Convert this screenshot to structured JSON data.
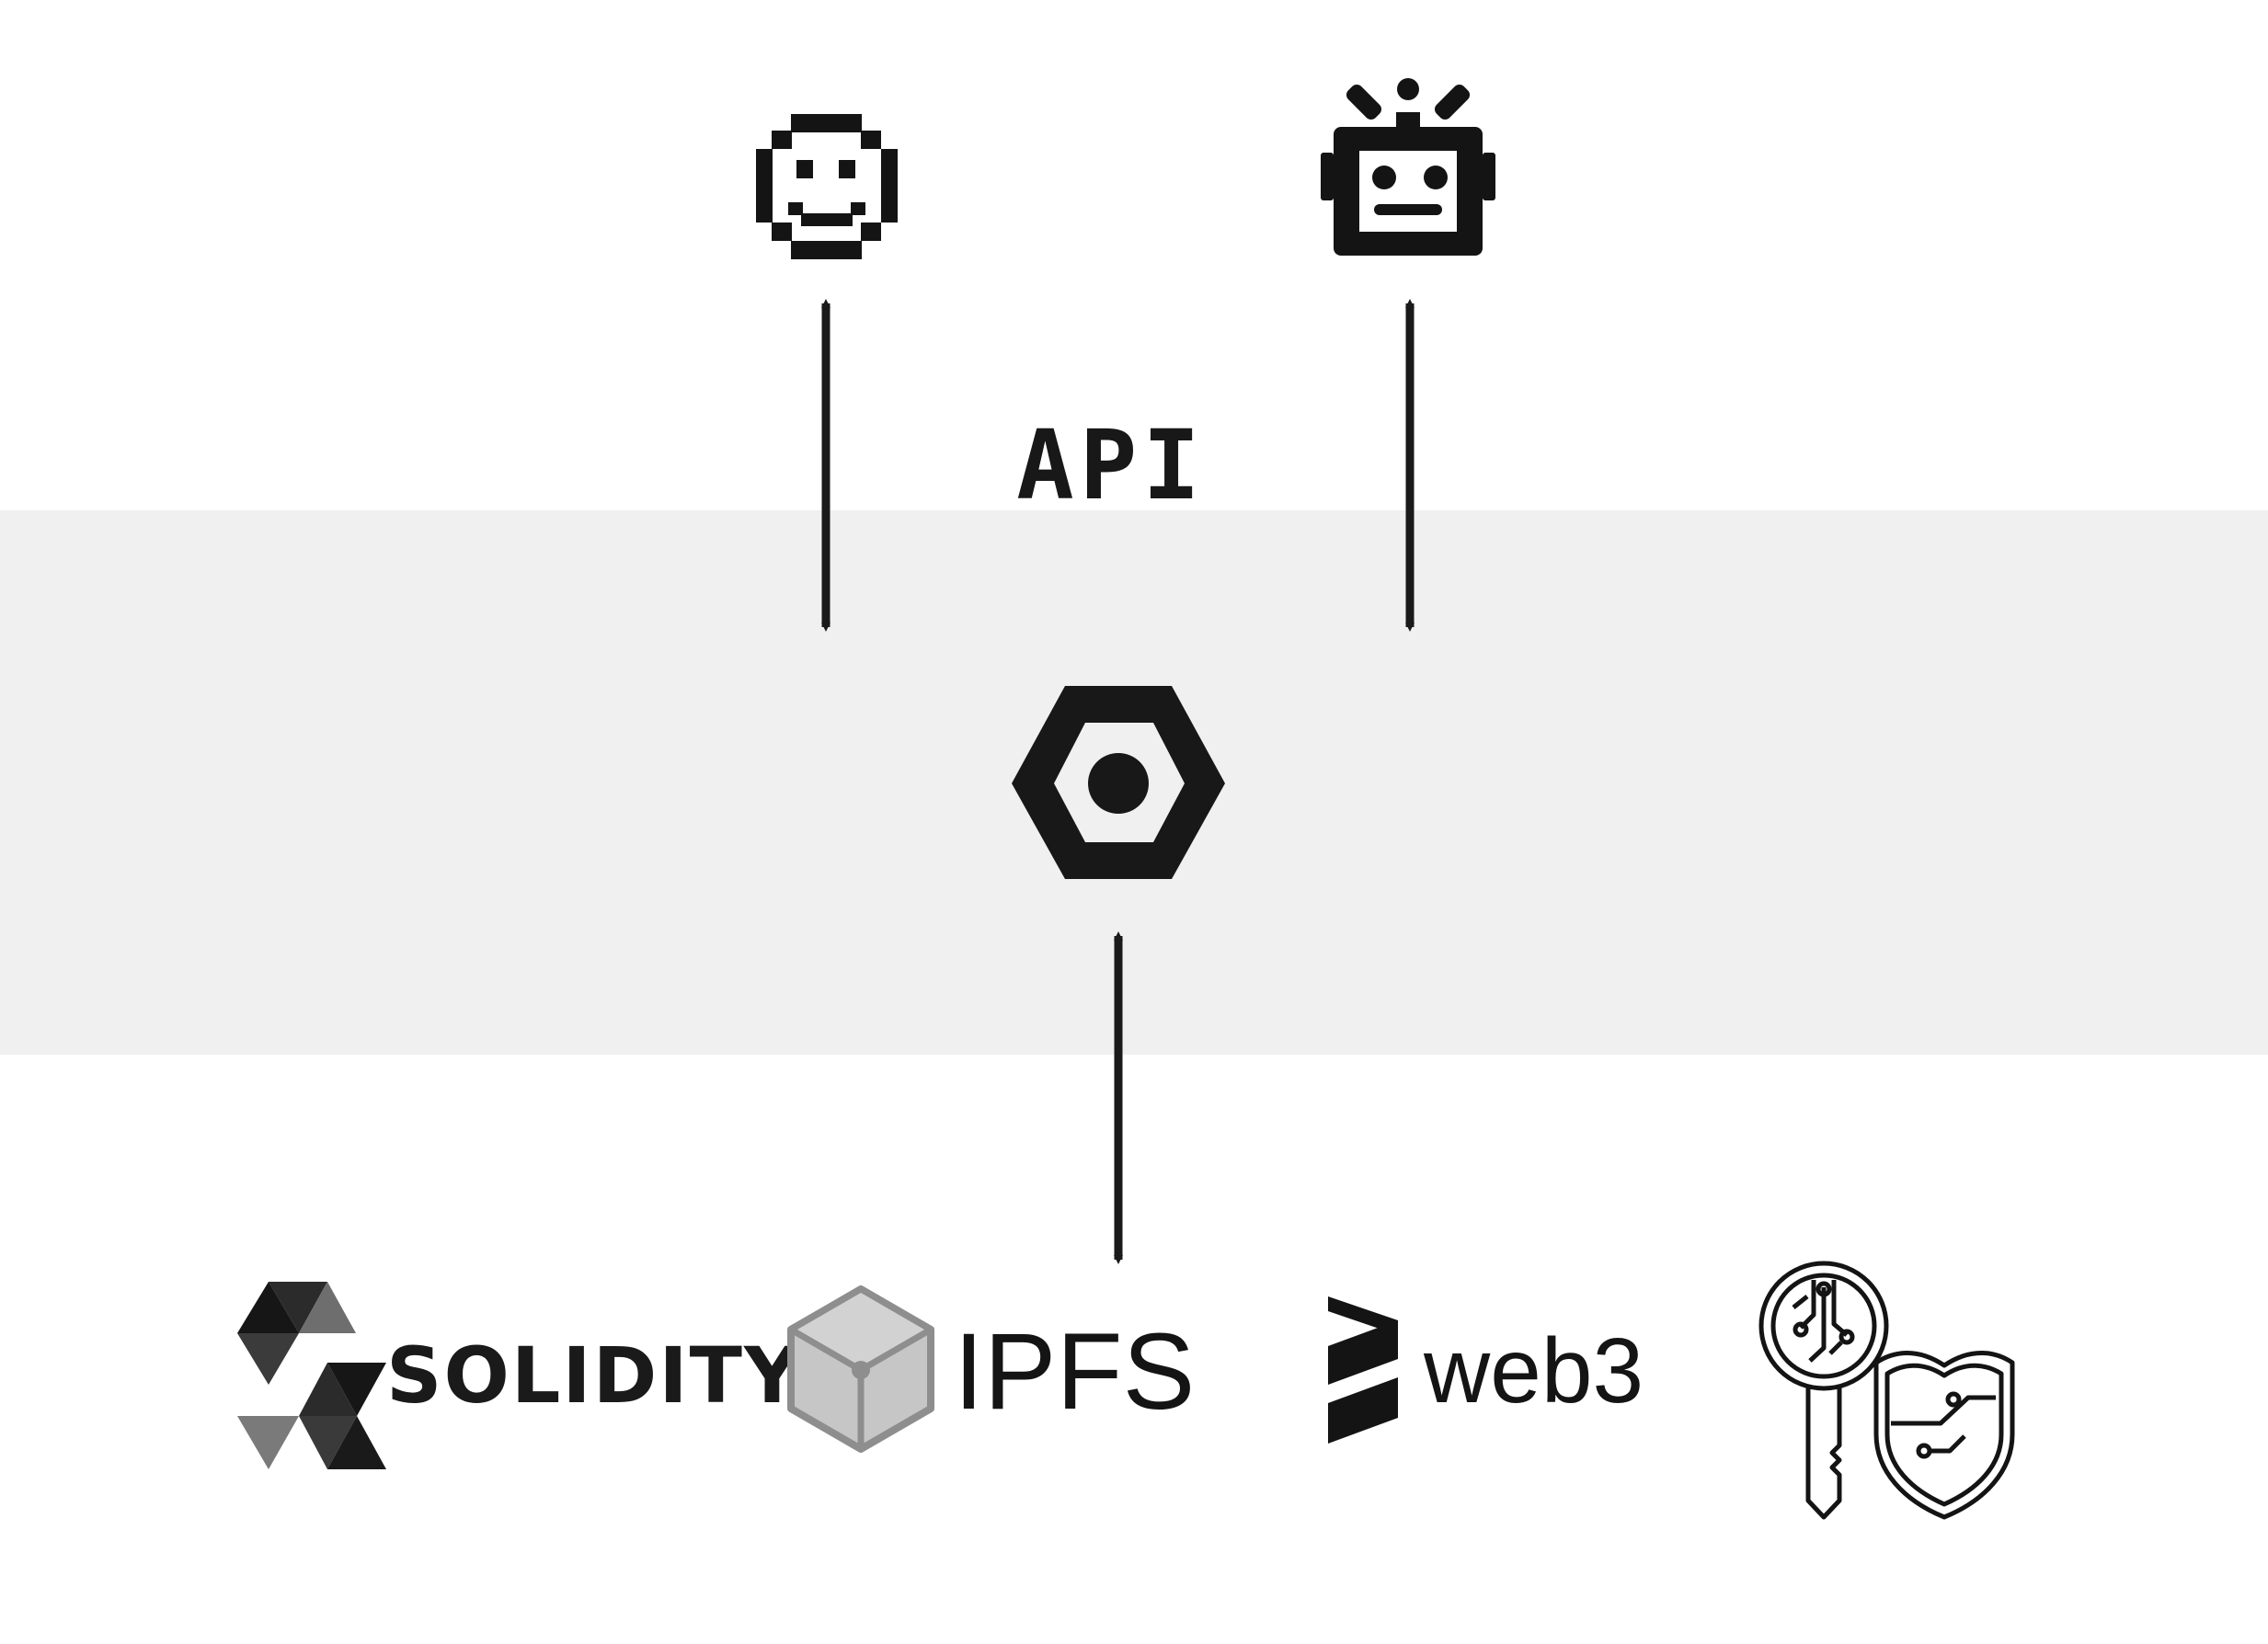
{
  "labels": {
    "api": "API",
    "solidity": "SOLIDITY",
    "ipfs": "IPFS",
    "web3": "web3"
  },
  "nodes": {
    "user": {
      "icon": "pixel-smiley-icon"
    },
    "bot": {
      "icon": "robot-icon"
    },
    "hub": {
      "icon": "hexagon-bolt-icon"
    },
    "solidity": {
      "icon": "solidity-logo-icon"
    },
    "ipfs": {
      "icon": "ipfs-cube-icon"
    },
    "web3": {
      "icon": "web3-logo-icon"
    },
    "security": {
      "icon": "key-shield-icon"
    }
  },
  "colors": {
    "ink": "#1a1a1a",
    "band": "#f0f0f0",
    "ipfs_gray": "#9a9a9a"
  }
}
